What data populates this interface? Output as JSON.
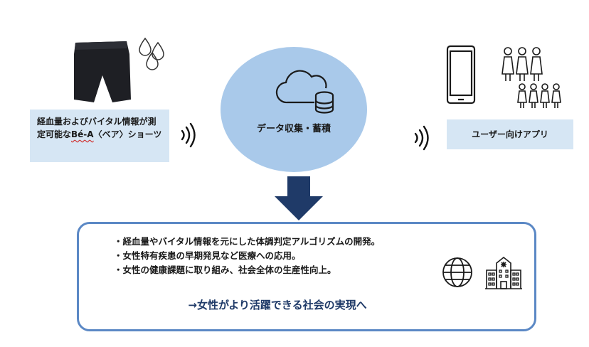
{
  "product": {
    "text_before": "経血量およびバイタル情報が測定可能な",
    "brand": "Bé-A",
    "text_after": "〈ベア〉ショーツ"
  },
  "center": {
    "label": "データ収集・蓄積"
  },
  "app": {
    "label": "ユーザー向けアプリ"
  },
  "bullets": [
    "経血量やバイタル情報を元にした体調判定アルゴリズムの開発。",
    "女性特有疾患の早期発見など医療への応用。",
    "女性の健康課題に取り組み、社会全体の生産性向上。"
  ],
  "conclusion": "→女性がより活躍できる社会の実現へ",
  "colors": {
    "light_blue_box": "#d6e6f4",
    "cloud_ellipse": "#a9c9ea",
    "arrow": "#1f3a68",
    "border": "#5b88c5"
  }
}
